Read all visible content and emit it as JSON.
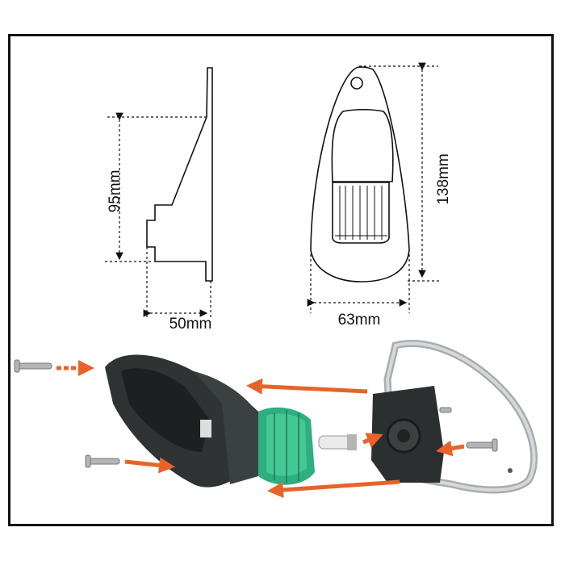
{
  "dimensions": {
    "height_side": "95mm",
    "depth_side": "50mm",
    "height_front": "138mm",
    "width_front": "63mm"
  },
  "colors": {
    "arrow": "#e8632a",
    "housing": "#2f3334",
    "lens": "#2fae7f",
    "gasket": "#b9bcbf"
  }
}
